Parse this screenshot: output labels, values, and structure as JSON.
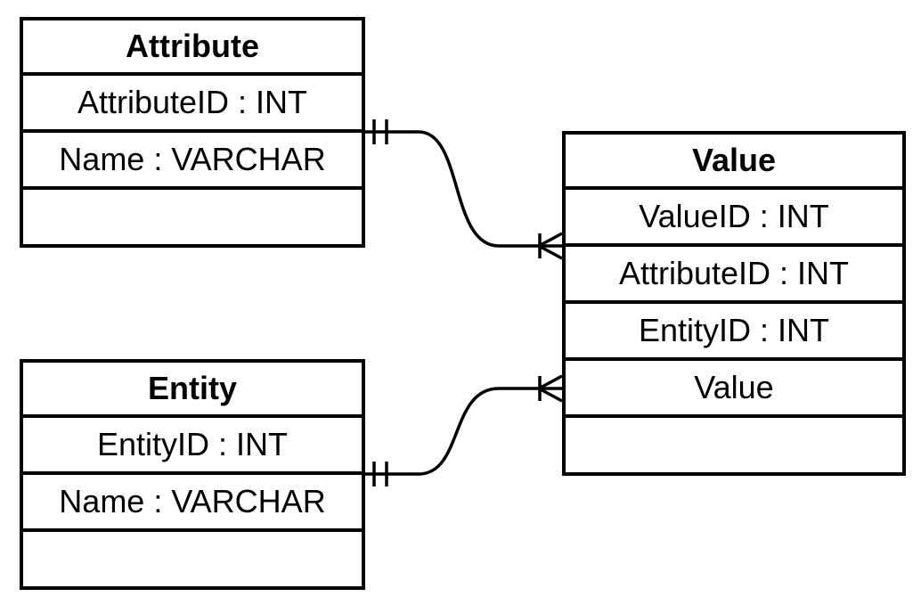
{
  "tables": {
    "attribute": {
      "title": "Attribute",
      "fields": [
        "AttributeID : INT",
        "Name : VARCHAR"
      ]
    },
    "entity": {
      "title": "Entity",
      "fields": [
        "EntityID : INT",
        "Name : VARCHAR"
      ]
    },
    "value": {
      "title": "Value",
      "fields": [
        "ValueID : INT",
        "AttributeID : INT",
        "EntityID : INT",
        "Value"
      ]
    }
  },
  "relationships": [
    {
      "from": "Attribute",
      "to": "Value",
      "from_cardinality": "one-and-only-one",
      "to_cardinality": "one-or-many"
    },
    {
      "from": "Entity",
      "to": "Value",
      "from_cardinality": "one-and-only-one",
      "to_cardinality": "one-or-many"
    }
  ]
}
